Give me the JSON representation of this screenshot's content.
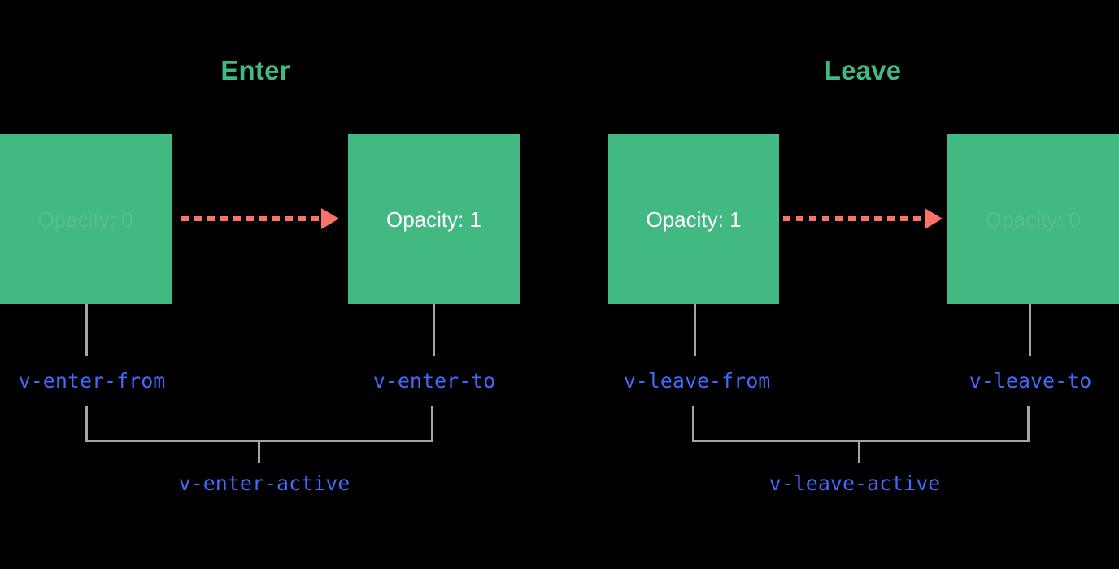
{
  "diagram": {
    "title_enter": "Enter",
    "title_leave": "Leave",
    "accent_green": "#42B883",
    "accent_salmon": "#FA7268",
    "accent_blue": "#4169FB",
    "line_gray": "#A6A6A6",
    "background": "#000000"
  },
  "enter": {
    "title": "Enter",
    "from_box": {
      "label": "Opacity: 0",
      "state": "faded"
    },
    "to_box": {
      "label": "Opacity: 1",
      "state": "solid"
    },
    "from_class": "v-enter-from",
    "to_class": "v-enter-to",
    "active_class": "v-enter-active"
  },
  "leave": {
    "title": "Leave",
    "from_box": {
      "label": "Opacity: 1",
      "state": "solid"
    },
    "to_box": {
      "label": "Opacity: 0",
      "state": "faded"
    },
    "from_class": "v-leave-from",
    "to_class": "v-leave-to",
    "active_class": "v-leave-active"
  }
}
